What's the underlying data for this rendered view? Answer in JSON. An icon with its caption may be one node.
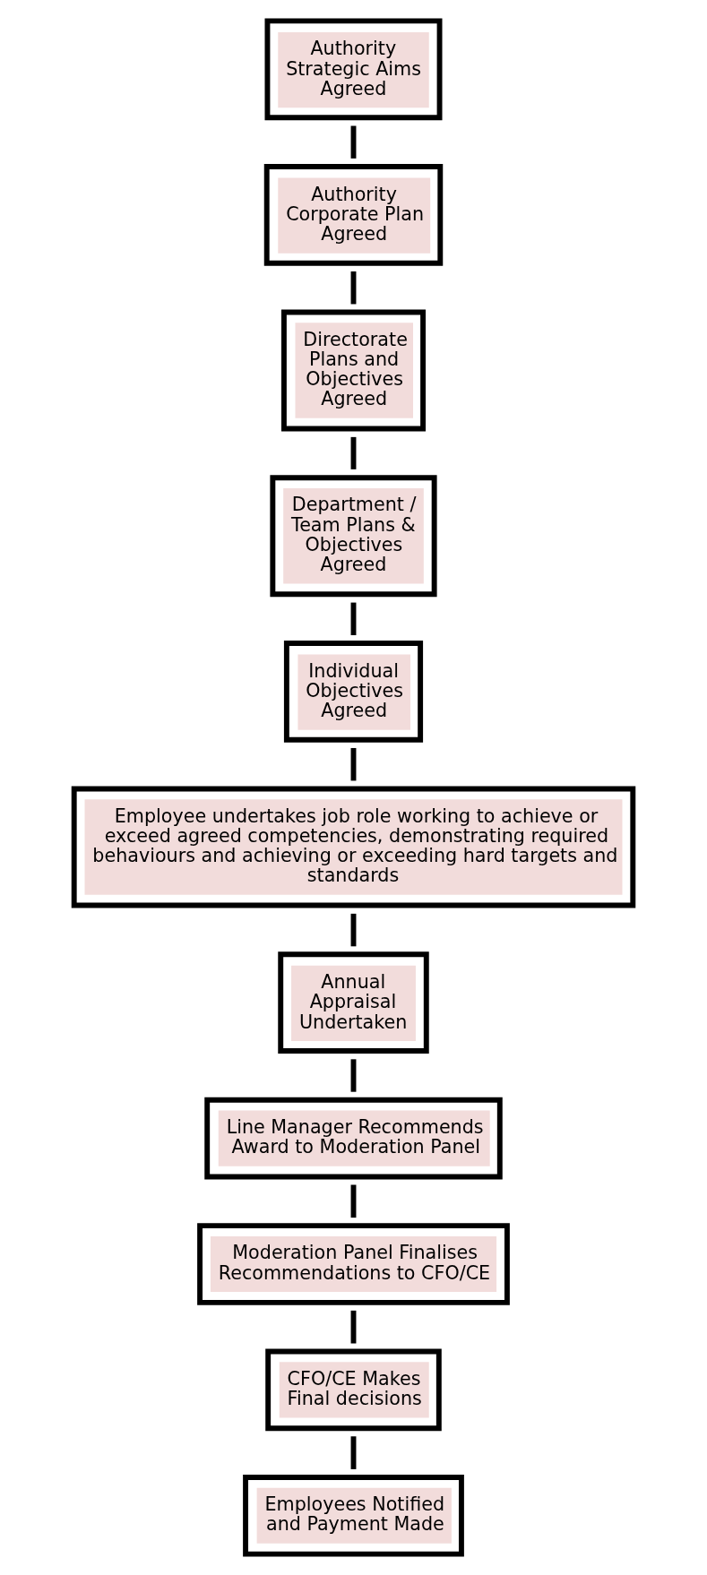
{
  "diagram": {
    "nodes": [
      {
        "text": [
          "Authority Strategic Aims Agreed"
        ]
      },
      {
        "text": [
          "Authority Corporate Plan Agreed"
        ]
      },
      {
        "text": [
          "Directorate Plans and Objectives Agreed"
        ]
      },
      {
        "text": [
          "Department / Team Plans & Objectives Agreed"
        ]
      },
      {
        "text": [
          "Individual Objectives Agreed"
        ]
      },
      {
        "text": [
          "Employee undertakes job role working to achieve or exceed agreed competencies, demonstrating required behaviours and achieving or exceeding hard targets and standards"
        ]
      },
      {
        "text": [
          "Annual Appraisal Undertaken"
        ]
      },
      {
        "text": [
          "Line Manager Recommends Award to Moderation Panel"
        ]
      },
      {
        "text": [
          "Moderation Panel Finalises Recommendations to CFO/CE"
        ]
      },
      {
        "text": [
          "CFO/CE Makes Final decisions"
        ]
      },
      {
        "text": [
          "Employees Notified and Payment Made"
        ]
      }
    ],
    "edges": [
      {
        "from": 0,
        "to": 1,
        "arrow": "none"
      },
      {
        "from": 1,
        "to": 2,
        "arrow": "none"
      },
      {
        "from": 2,
        "to": 3,
        "arrow": "none"
      },
      {
        "from": 3,
        "to": 4,
        "arrow": "none"
      },
      {
        "from": 4,
        "to": 5,
        "arrow": "none"
      },
      {
        "from": 5,
        "to": 6,
        "arrow": "none"
      },
      {
        "from": 6,
        "to": 7,
        "arrow": "none"
      },
      {
        "from": 7,
        "to": 8,
        "arrow": "none"
      },
      {
        "from": 8,
        "to": 9,
        "arrow": "none"
      },
      {
        "from": 9,
        "to": 10,
        "arrow": "none"
      }
    ]
  }
}
